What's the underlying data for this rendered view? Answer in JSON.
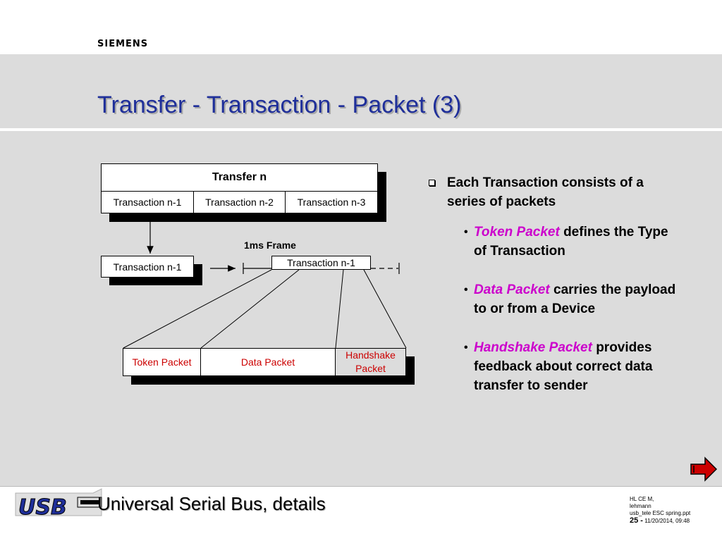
{
  "header": {
    "brand": "SIEMENS",
    "title": "Transfer - Transaction - Packet (3)"
  },
  "diagram": {
    "transfer_label": "Transfer n",
    "transactions": [
      "Transaction n-1",
      "Transaction n-2",
      "Transaction n-3"
    ],
    "selected_transaction": "Transaction n-1",
    "frame_label": "1ms Frame",
    "frame_transaction": "Transaction n-1",
    "packets": [
      "Token Packet",
      "Data Packet",
      "Handshake Packet"
    ]
  },
  "bullets": {
    "main": "Each Transaction consists of a series of packets",
    "items": [
      {
        "term": "Token Packet",
        "text": " defines the Type of Transaction"
      },
      {
        "term": "Data Packet",
        "text": " carries the payload to or from a Device"
      },
      {
        "term": "Handshake Packet",
        "text": " provides feedback about correct data transfer to sender"
      }
    ]
  },
  "footer": {
    "title": "Universal Serial Bus, details",
    "logo_text": "USB",
    "meta_line1": "HL CE M,",
    "meta_line2": "lehmann",
    "meta_line3": "usb_tele ESC spring.ppt",
    "page_number": "25 -",
    "date": "11/20/2014, 09:48"
  },
  "colors": {
    "title": "#1f2f9a",
    "packet_text": "#cc0000",
    "term": "#cc00cc",
    "band": "#dcdcdc",
    "logo": "#1f2f9a"
  },
  "icons": {
    "bullet_main": "square-bullet-icon",
    "bullet_sub": "dot-bullet-icon",
    "nav": "red-arrow-right-icon"
  }
}
